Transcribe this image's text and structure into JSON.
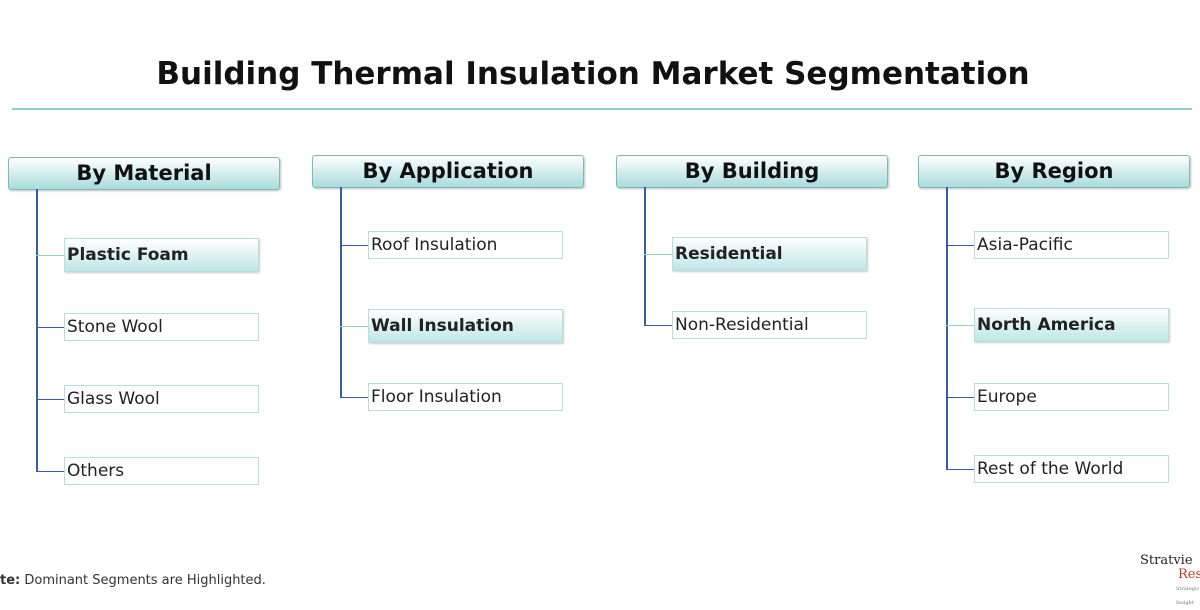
{
  "title": "Building Thermal Insulation Market Segmentation",
  "columns": [
    {
      "header": "By Material",
      "items": [
        {
          "label": "Plastic Foam",
          "highlighted": true
        },
        {
          "label": "Stone Wool"
        },
        {
          "label": "Glass Wool"
        },
        {
          "label": "Others"
        }
      ]
    },
    {
      "header": "By Application",
      "items": [
        {
          "label": "Roof Insulation"
        },
        {
          "label": "Wall Insulation",
          "highlighted": true
        },
        {
          "label": "Floor Insulation"
        }
      ]
    },
    {
      "header": "By Building",
      "items": [
        {
          "label": "Residential",
          "highlighted": true
        },
        {
          "label": "Non-Residential"
        }
      ]
    },
    {
      "header": "By Region",
      "items": [
        {
          "label": "Asia-Pacific"
        },
        {
          "label": "North America",
          "highlighted": true
        },
        {
          "label": "Europe"
        },
        {
          "label": "Rest of the World"
        }
      ]
    }
  ],
  "note": {
    "prefix": "te:",
    "text": " Dominant Segments are Highlighted."
  },
  "logo": {
    "line1": "Stratvie",
    "line2": "Rese",
    "tagline": "Strategic Insight"
  },
  "colors": {
    "accent": "#8fd0d0",
    "connector": "#3a5aa8"
  }
}
